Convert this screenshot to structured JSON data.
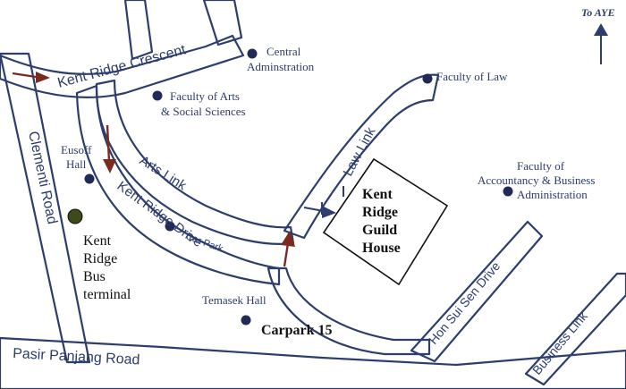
{
  "compass": {
    "label": "To AYE"
  },
  "roads": {
    "kent_ridge_crescent": "Kent Ridge Crescent",
    "clementi_road": "Clementi Road",
    "arts_link": "Arts Link",
    "kent_ridge_drive": "Kent Ridge Drive",
    "law_link": "Law Link",
    "hon_sui_sen_drive": "Hon Sui Sen Drive",
    "business_link": "Business Link",
    "pasir_panjang_road": "Pasir Panjang Road",
    "car_park": "Car Park"
  },
  "places": {
    "central_admin": [
      "Central",
      "Adminstration"
    ],
    "faculty_arts": [
      "Faculty of Arts",
      "& Social Sciences"
    ],
    "faculty_law": [
      "Faculty of Law"
    ],
    "faculty_business": [
      "Faculty of",
      "Accountancy & Business",
      "Administration"
    ],
    "eusoff_hall": [
      "Eusoff",
      "Hall"
    ],
    "temasek_hall": [
      "Temasek Hall"
    ]
  },
  "highlights": {
    "guild_house": [
      "Kent",
      "Ridge",
      "Guild",
      "House"
    ],
    "bus_terminal": [
      "Kent",
      "Ridge",
      "Bus",
      "terminal"
    ],
    "carpark": "Carpark 15"
  },
  "colors": {
    "road_ink": "#2c3d6e",
    "arrow": "#7a2a1e",
    "marker": "#1f2a56",
    "bus_marker": "#3d4a1c"
  }
}
